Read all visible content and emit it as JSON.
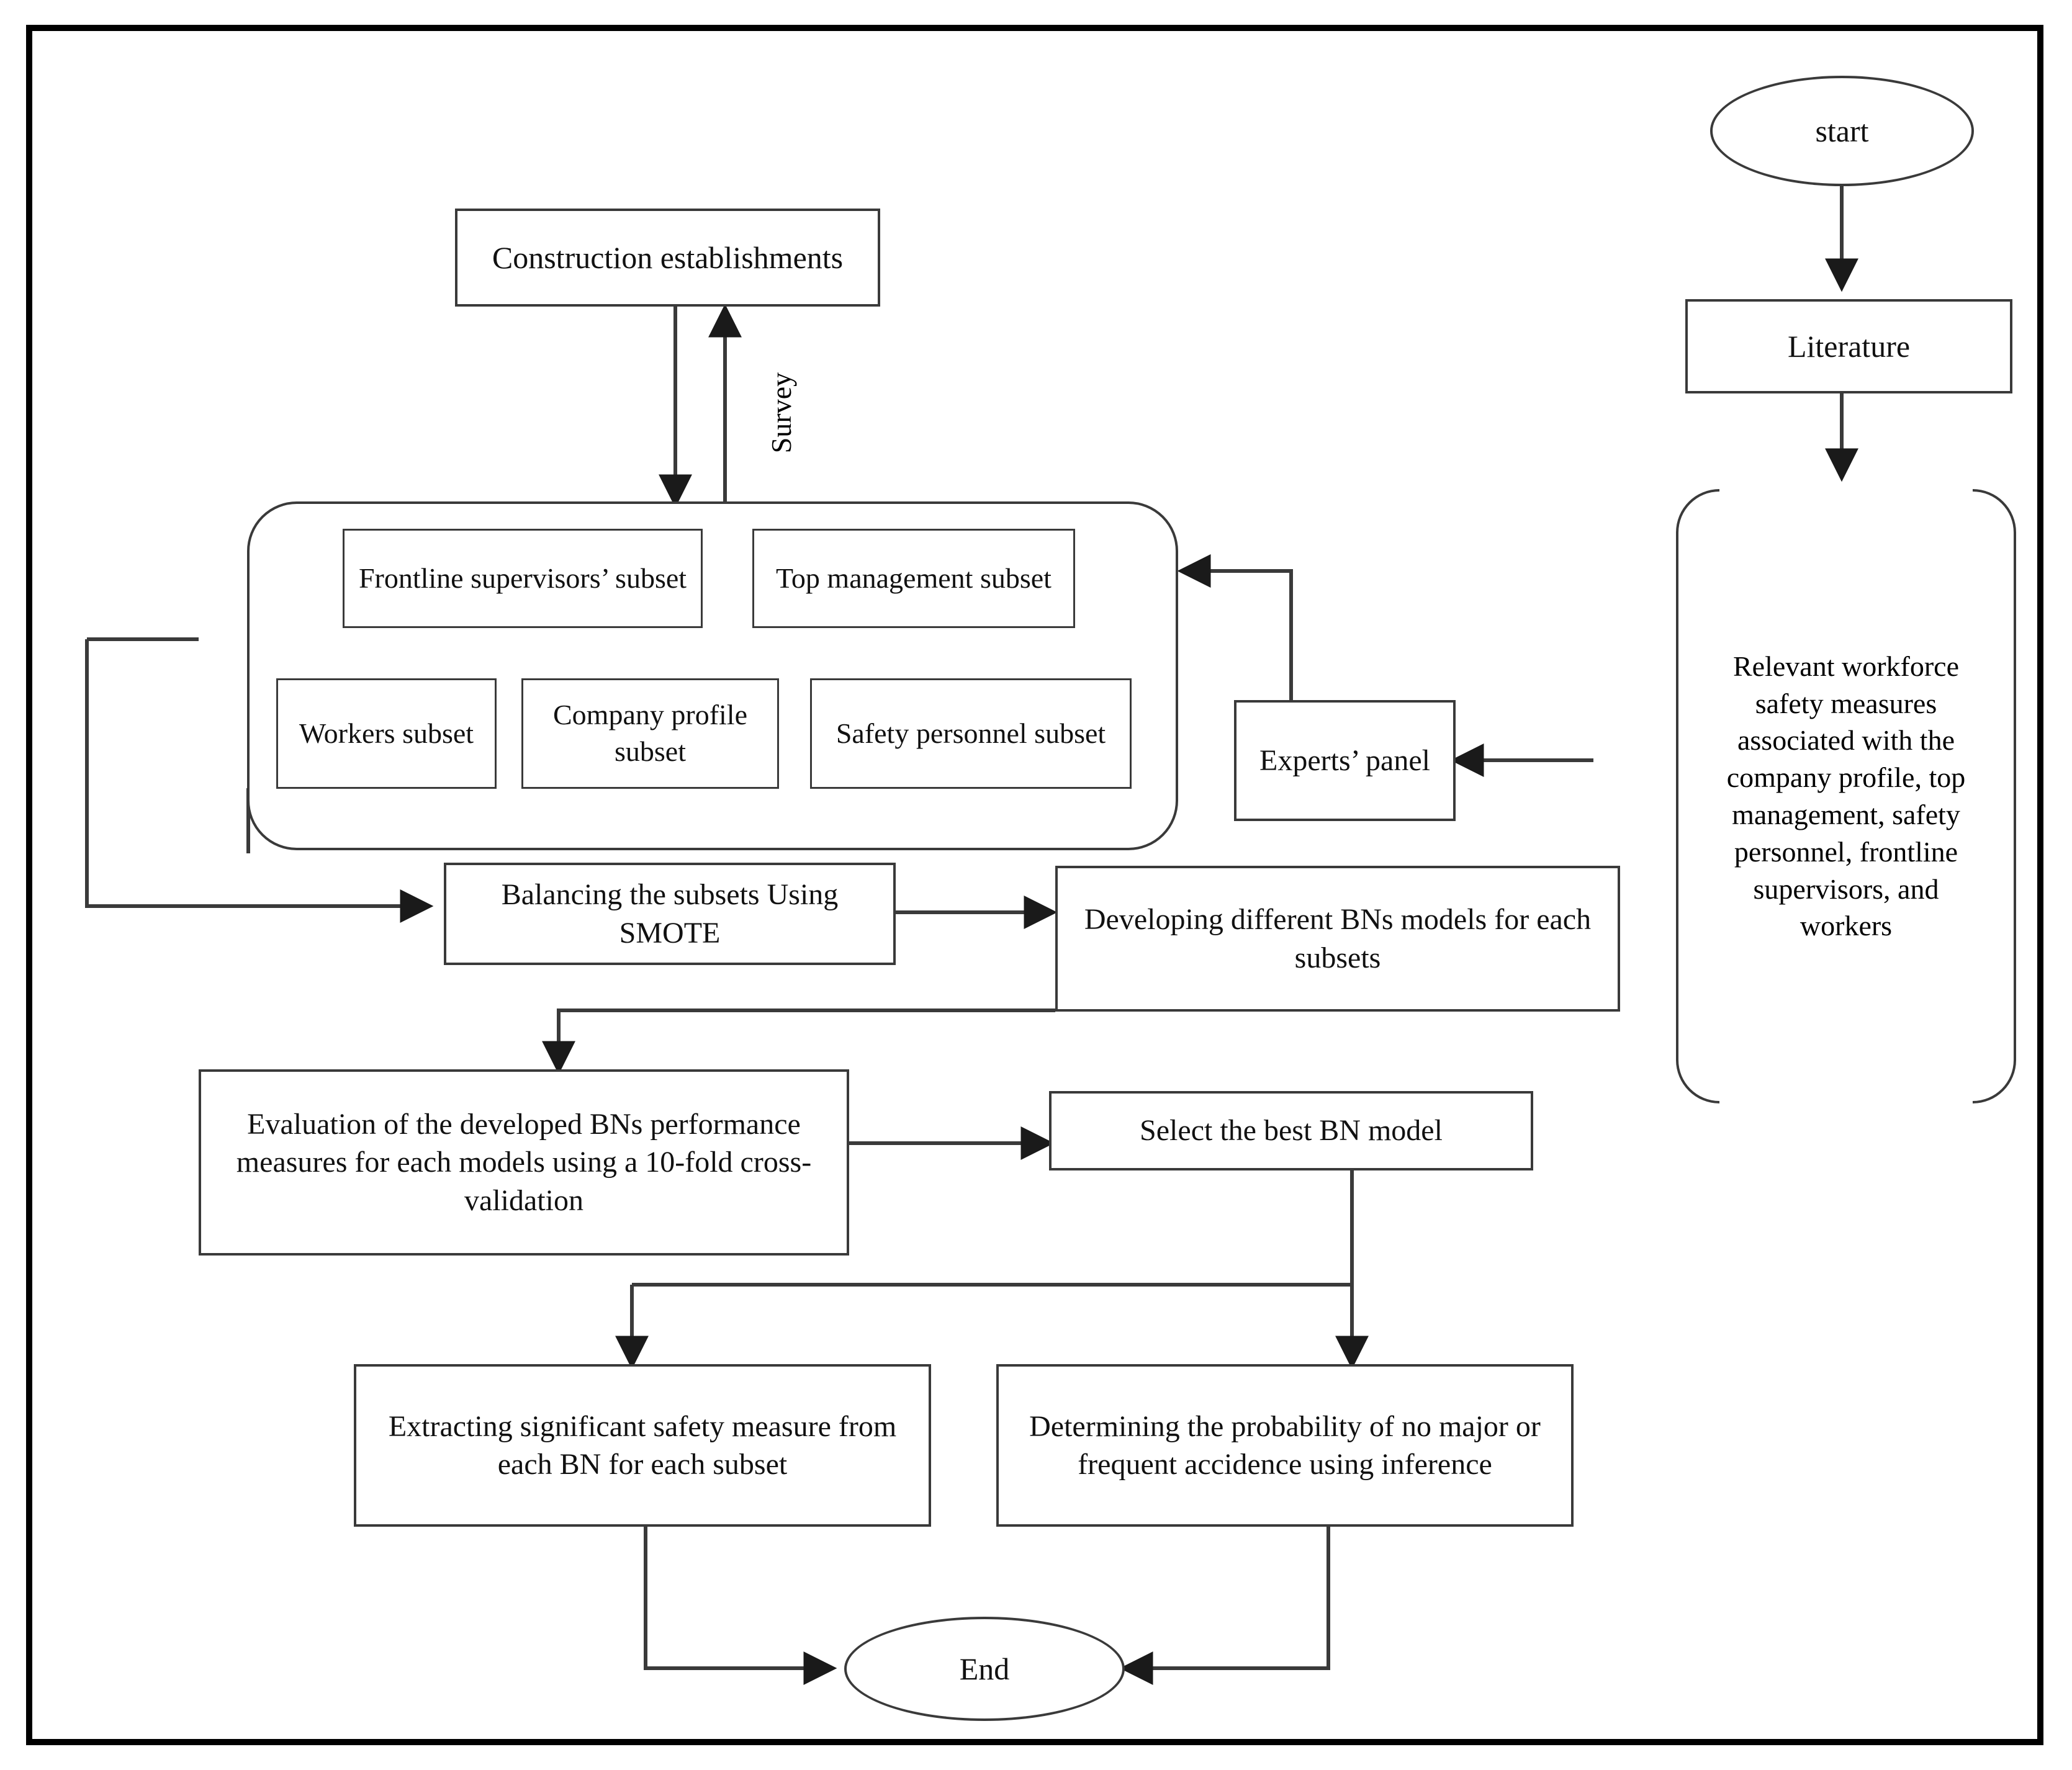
{
  "diagram": {
    "title_present": false,
    "frame_color": "#000000",
    "node_border_color": "#3a3a3a",
    "nodes": {
      "start": {
        "label": "start",
        "shape": "ellipse"
      },
      "literature": {
        "label": "Literature",
        "shape": "rect"
      },
      "relevant_measures": {
        "label": "Relevant workforce safety measures associated with the company profile, top management, safety personnel, frontline supervisors, and workers",
        "shape": "bracket"
      },
      "experts_panel": {
        "label": "Experts’ panel",
        "shape": "rect"
      },
      "construction_establishments": {
        "label": "Construction establishments",
        "shape": "rect"
      },
      "subset_group": {
        "label": "",
        "shape": "rounded-group"
      },
      "frontline_supervisors_subset": {
        "label": "Frontline supervisors’ subset",
        "shape": "rect"
      },
      "top_management_subset": {
        "label": "Top management subset",
        "shape": "rect"
      },
      "workers_subset": {
        "label": "Workers subset",
        "shape": "rect"
      },
      "company_profile_subset": {
        "label": "Company profile subset",
        "shape": "rect"
      },
      "safety_personnel_subset": {
        "label": "Safety personnel subset",
        "shape": "rect"
      },
      "balancing_smote": {
        "label": "Balancing the subsets Using SMOTE",
        "shape": "rect"
      },
      "developing_bns": {
        "label": "Developing different BNs models for each subsets",
        "shape": "rect"
      },
      "evaluation_bns": {
        "label": "Evaluation of the developed BNs performance measures for each models using a 10-fold cross-validation",
        "shape": "rect"
      },
      "select_best_bn": {
        "label": "Select the best BN model",
        "shape": "rect"
      },
      "extracting_safety_measure": {
        "label": "Extracting significant safety measure from each BN for each subset",
        "shape": "rect"
      },
      "determining_probability": {
        "label": "Determining the probability of no major or frequent accidence using inference",
        "shape": "rect"
      },
      "end": {
        "label": "End",
        "shape": "ellipse"
      }
    },
    "edge_labels": {
      "survey": "Survey"
    },
    "edges": [
      {
        "from": "start",
        "to": "literature",
        "label": ""
      },
      {
        "from": "literature",
        "to": "relevant_measures",
        "label": ""
      },
      {
        "from": "relevant_measures",
        "to": "experts_panel",
        "label": ""
      },
      {
        "from": "experts_panel",
        "to": "subset_group",
        "label": ""
      },
      {
        "from": "construction_establishments",
        "to": "subset_group",
        "label": ""
      },
      {
        "from": "subset_group",
        "to": "construction_establishments",
        "label": "Survey"
      },
      {
        "from": "subset_group",
        "to": "balancing_smote",
        "label": ""
      },
      {
        "from": "balancing_smote",
        "to": "developing_bns",
        "label": ""
      },
      {
        "from": "developing_bns",
        "to": "evaluation_bns",
        "label": ""
      },
      {
        "from": "evaluation_bns",
        "to": "select_best_bn",
        "label": ""
      },
      {
        "from": "select_best_bn",
        "to": "extracting_safety_measure",
        "label": ""
      },
      {
        "from": "select_best_bn",
        "to": "determining_probability",
        "label": ""
      },
      {
        "from": "extracting_safety_measure",
        "to": "end",
        "label": ""
      },
      {
        "from": "determining_probability",
        "to": "end",
        "label": ""
      }
    ]
  }
}
